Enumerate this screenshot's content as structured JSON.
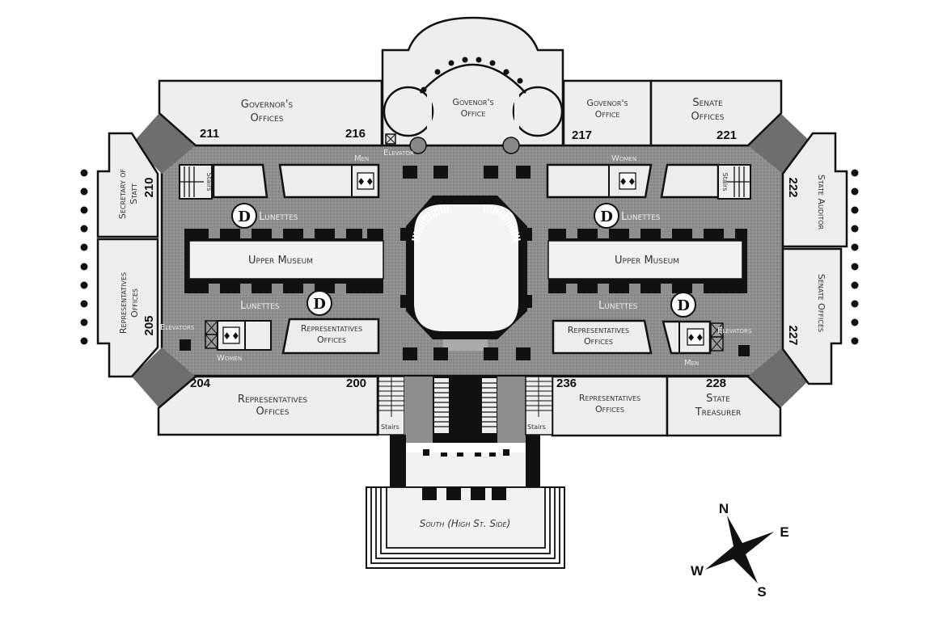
{
  "title": "Capitol Second Floor Plan",
  "rooms": {
    "governors_offices": {
      "label_line1": "Governor's",
      "label_line2": "Offices",
      "num_left": "211",
      "num_right": "216"
    },
    "govenors_office_center": {
      "label_line1": "Govenor's",
      "label_line2": "Office"
    },
    "govenors_office_217": {
      "label_line1": "Govenor's",
      "label_line2": "Office",
      "num": "217"
    },
    "senate_offices_221": {
      "label_line1": "Senate",
      "label_line2": "Offices",
      "num": "221"
    },
    "secretary_of_state": {
      "label_line1": "Secretary of",
      "label_line2": "Statt",
      "num": "210"
    },
    "state_auditor": {
      "label": "State Auditor",
      "num": "222"
    },
    "representatives_205": {
      "label_line1": "Representatives",
      "label_line2": "Offices",
      "num": "205"
    },
    "senate_offices_227": {
      "label": "Senate Offices",
      "num": "227"
    },
    "representatives_204_200": {
      "label_line1": "Representatives",
      "label_line2": "Offices",
      "num_left": "204",
      "num_right": "200"
    },
    "representatives_236": {
      "label_line1": "Representatives",
      "label_line2": "Offices",
      "num": "236"
    },
    "state_treasurer": {
      "label_line1": "State",
      "label_line2": "Treasurer",
      "num": "228"
    },
    "upper_museum_west": {
      "label": "Upper Museum"
    },
    "upper_museum_east": {
      "label": "Upper Museum"
    },
    "representatives_inner_west": {
      "label_line1": "Representatives",
      "label_line2": "Offices"
    },
    "representatives_inner_east": {
      "label_line1": "Representatives",
      "label_line2": "Offices"
    }
  },
  "amenities": {
    "elevator_north": "Elevator",
    "elevators_west": "Elevators",
    "elevators_east": "Elevators",
    "men_north": "Men",
    "women_north": "Women",
    "women_south": "Women",
    "men_south": "Men",
    "stairs": "Stairs",
    "lunettes": "Lunettes",
    "lunettes_marker": "D"
  },
  "entrance": {
    "label": "South (High St. Side)"
  },
  "compass": {
    "n": "N",
    "e": "E",
    "s": "S",
    "w": "W"
  },
  "colors": {
    "corridor": "#8a8a8a",
    "room_fill": "#eeeeee",
    "wall": "#111111",
    "corner_wedge": "#6e6e6e"
  }
}
